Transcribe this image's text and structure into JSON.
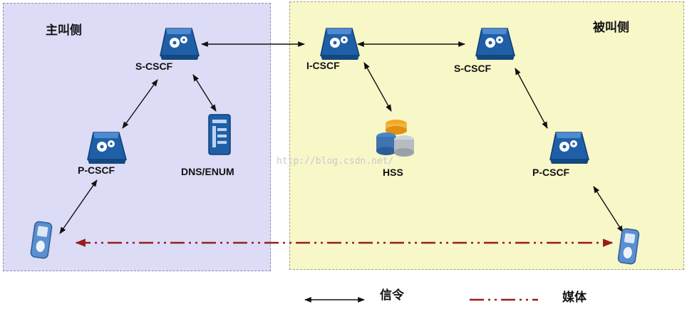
{
  "zones": {
    "caller_title": "主叫侧",
    "callee_title": "被叫侧"
  },
  "nodes": {
    "s_cscf_caller": "S-CSCF",
    "p_cscf_caller": "P-CSCF",
    "dns_enum": "DNS/ENUM",
    "i_cscf": "I-CSCF",
    "hss": "HSS",
    "s_cscf_callee": "S-CSCF",
    "p_cscf_callee": "P-CSCF"
  },
  "legend": {
    "signaling": "信令",
    "media": "媒体"
  },
  "watermark": "http://blog.csdn.net/",
  "colors": {
    "caller_zone": "#dcdcf6",
    "callee_zone": "#f7f7c8",
    "signaling_line": "#111111",
    "media_line": "#9b1c1c",
    "server_icon": "#1f5fa8"
  }
}
